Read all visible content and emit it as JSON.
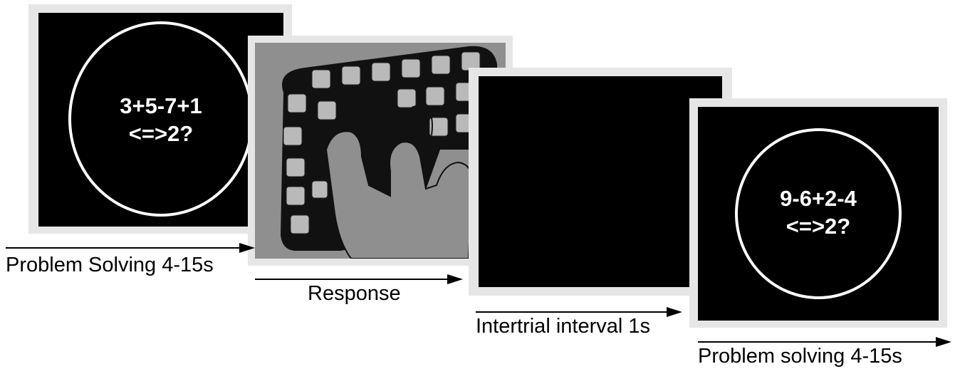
{
  "panels": [
    {
      "id": "problem-1",
      "equation_line1": "3+5-7+1",
      "equation_line2": "<=>2?",
      "label": "Problem Solving 4-15s"
    },
    {
      "id": "response",
      "image": "hand-on-keypad",
      "label": "Response"
    },
    {
      "id": "intertrial",
      "label": "Intertrial interval 1s"
    },
    {
      "id": "problem-2",
      "equation_line1": "9-6+2-4",
      "equation_line2": "<=>2?",
      "label": "Problem solving 4-15s"
    }
  ],
  "colors": {
    "frame": "#e6e6e6",
    "screen": "#000000",
    "keypad_bg": "#8f8f8f",
    "text_on_screen": "#ffffff"
  }
}
